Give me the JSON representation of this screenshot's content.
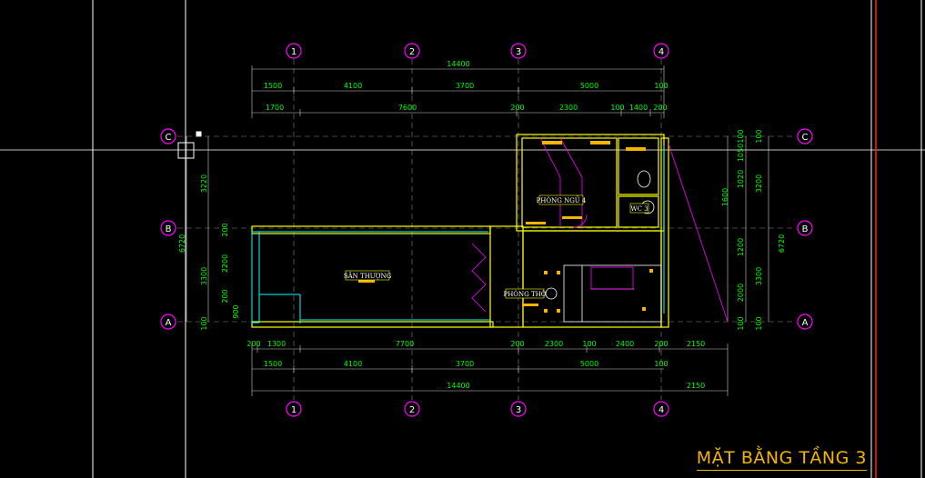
{
  "title": "MẶT BẰNG TẦNG 3",
  "grid_x_labels": [
    "1",
    "2",
    "3",
    "4"
  ],
  "grid_y_labels": [
    "C",
    "B",
    "A"
  ],
  "rooms": {
    "bedroom": "PHÒNG NGỦ 4",
    "wc": "WC 3",
    "terrace": "SÂN THƯỢNG",
    "worship": "PHÒNG THỜ"
  },
  "dims_top": {
    "overall": "14400",
    "row1": [
      "1500",
      "4100",
      "3700",
      "5000",
      "100"
    ],
    "row2": [
      "1700",
      "7600",
      "200",
      "2300",
      "100",
      "1400",
      "200"
    ]
  },
  "dims_bottom": {
    "row1": [
      "200",
      "1300",
      "7700",
      "200",
      "2300",
      "100",
      "2400",
      "200",
      "2150"
    ],
    "row2": [
      "1500",
      "4100",
      "3700",
      "5000",
      "100"
    ],
    "overall": "14400",
    "extra": "2150"
  },
  "dims_left": {
    "overall": "6720",
    "row1": [
      "3220",
      "3300"
    ],
    "row2": [
      "200",
      "2200",
      "200",
      "900",
      "100"
    ]
  },
  "dims_right": {
    "overall": "6720",
    "row1": [
      "100",
      "3200",
      "3300",
      "100"
    ],
    "row2": [
      "100",
      "1050",
      "1020",
      "1600",
      "1200",
      "2000",
      "100"
    ]
  },
  "colors": {
    "background": "#000000",
    "dimension": "#00ff00",
    "wall": "#ffff00",
    "grid_bubble": "#ff00ff",
    "glass": "#00ffff",
    "title": "#f4b400"
  }
}
